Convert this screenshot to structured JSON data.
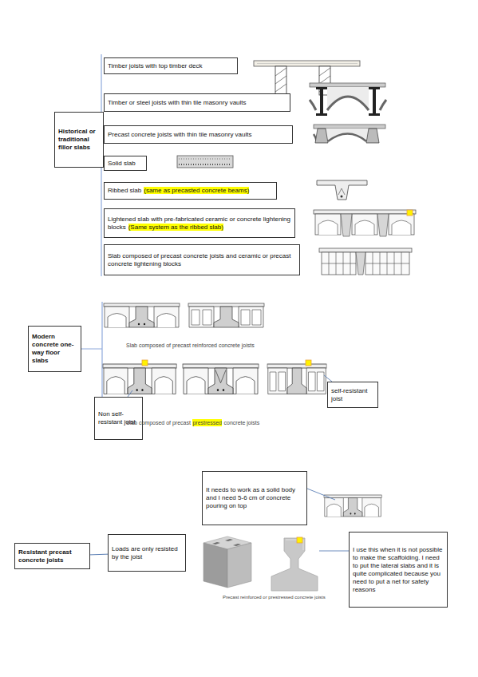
{
  "diagram": {
    "nodes": [
      {
        "text": [
          "Historical or traditional flllor slabs"
        ]
      },
      {
        "text": [
          "Timber joists with top timber deck"
        ]
      },
      {
        "text": [
          "Timber or steel joists with thin tile masonry vaults"
        ]
      },
      {
        "text": [
          "Precast concrete joists with thin tile masonry vaults"
        ]
      },
      {
        "text": [
          "Solid slab"
        ]
      },
      {
        "text": [
          "Ribbed slab",
          "(same as precasted concrete beams)"
        ]
      },
      {
        "text": [
          "Lightened slab with pre-fabricated ceramic or concrete lightening blocks",
          "(Same system as the ribbed slab)"
        ]
      },
      {
        "text": [
          "Slab composed of precast concrete joists and ceramic or precast concrete lightening blocks"
        ]
      },
      {
        "text": [
          "Modern concrete one-way floor slabs"
        ]
      },
      {
        "text": [
          "self-resistant joist"
        ]
      },
      {
        "text": [
          "Non self-resistant joist"
        ]
      },
      {
        "text": [
          "It needs to work as a solid body and I need 5-6 cm of concrete pouring on top"
        ]
      },
      {
        "text": [
          "Resistant precast concrete joists"
        ]
      },
      {
        "text": [
          "Loads are only resisted by the joist"
        ]
      },
      {
        "text": [
          "I use this when it is not possible to make the scaffolding. I need to put the lateral slabs and it is quite complicated because you need to put a net for safety reasons"
        ]
      }
    ],
    "edges": [
      {
        "from": 12,
        "to": 13,
        "arrow": "none"
      }
    ],
    "labels": [
      "Slab composed of precast reinforced concrete joists",
      "Slab composed of precast",
      "prestressed",
      "concrete joists",
      "Precast reinforced or prestressed concrete joists"
    ]
  }
}
